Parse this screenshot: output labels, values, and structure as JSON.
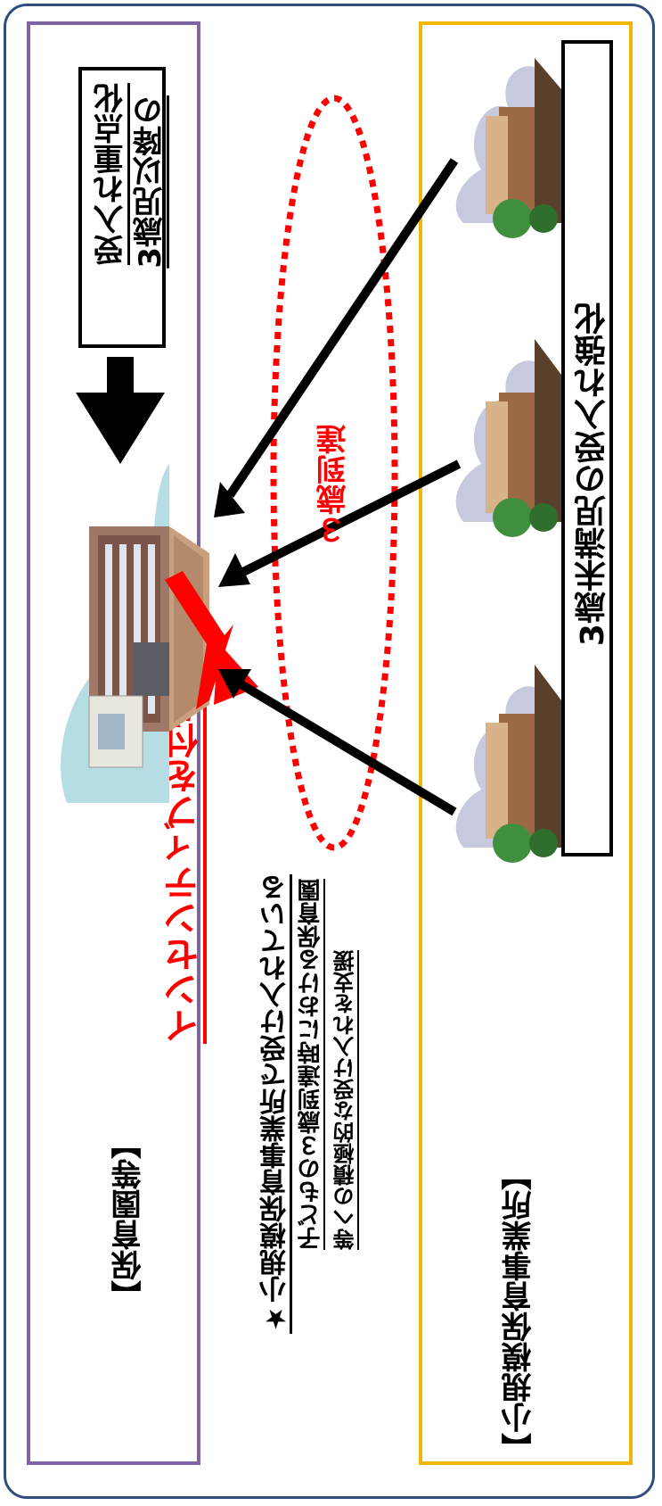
{
  "left_section": {
    "label": "【保育園等】",
    "heading_line1": "3歳児以降の",
    "heading_line2": "受入れ重点化",
    "incentive_text": "インセンティブを付与",
    "note_line1": "★小規模保育事業所で受け入れている",
    "note_line2": "子どもの３歳到達時における保育園",
    "note_line3": "等への積極的な受け入れを支援"
  },
  "right_section": {
    "label": "【小規模保育事業所】",
    "heading": "3歳未満児の受入れ強化"
  },
  "transition_label": "３歳到達",
  "colors": {
    "frame": "#2f4d7e",
    "left_border": "#8064a2",
    "right_border": "#f2b705",
    "accent_red": "#ff0000",
    "arrow_black": "#000000"
  },
  "icons": {
    "large_facility": "large-nursery-building-icon",
    "small_facility": "small-nursery-building-icon"
  }
}
